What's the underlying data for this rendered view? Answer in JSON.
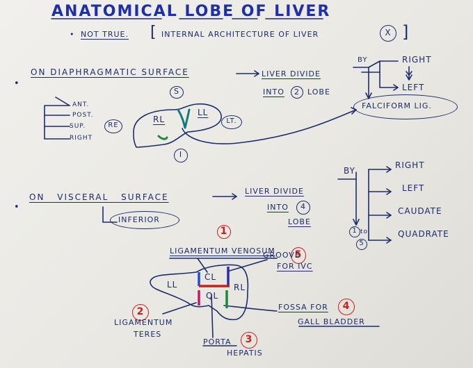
{
  "title": "ANATOMICAL LOBE OF LIVER",
  "not_true": {
    "label": "NOT TRUE.",
    "bracket_open": "[",
    "text": "INTERNAL ARCHITECTURE OF LIVER",
    "cross": "X",
    "bracket_close": "]"
  },
  "diaphragmatic": {
    "heading": "ON DIAPHRAGMATIC SURFACE",
    "result_line1": "LIVER DIVIDE",
    "result_into": "INTO",
    "result_num": "2",
    "result_lobe": "LOBE",
    "by": "BY",
    "right": "RIGHT",
    "left": "LEFT",
    "falciform": "FALCIFORM LIG.",
    "surfaces": [
      "ANT.",
      "POST.",
      "SUP.",
      "RIGHT"
    ],
    "re": "RE",
    "rl": "RL",
    "ll": "LL",
    "lt": "LT.",
    "top_num": "S",
    "bottom_num": "I"
  },
  "visceral": {
    "heading": "ON VISCERAL SURFACE",
    "inferior": "INFERIOR",
    "result_line1": "LIVER DIVIDE",
    "result_into": "INTO",
    "result_num": "4",
    "result_lobe": "LOBE",
    "by": "BY",
    "lobes": [
      "RIGHT",
      "LEFT",
      "CAUDATE",
      "QUADRATE"
    ],
    "range_from": "1",
    "range_to": "to",
    "range_end": "5"
  },
  "diagram": {
    "n1": "1",
    "ligamentum_venosum": "LIGAMENTUM VENOSUM",
    "n5": "5",
    "groove": "GROOVE",
    "for_ivc": "FOR IVC",
    "ll": "LL",
    "cl": "CL",
    "ql": "QL",
    "rl": "RL",
    "n2": "2",
    "ligamentum_teres_1": "LIGAMENTUM",
    "ligamentum_teres_2": "TERES",
    "fossa": "FOSSA FOR",
    "n4": "4",
    "gall_bladder": "GALL BLADDER",
    "porta": "PORTA",
    "n3": "3",
    "hepatis": "HEPATIS"
  }
}
